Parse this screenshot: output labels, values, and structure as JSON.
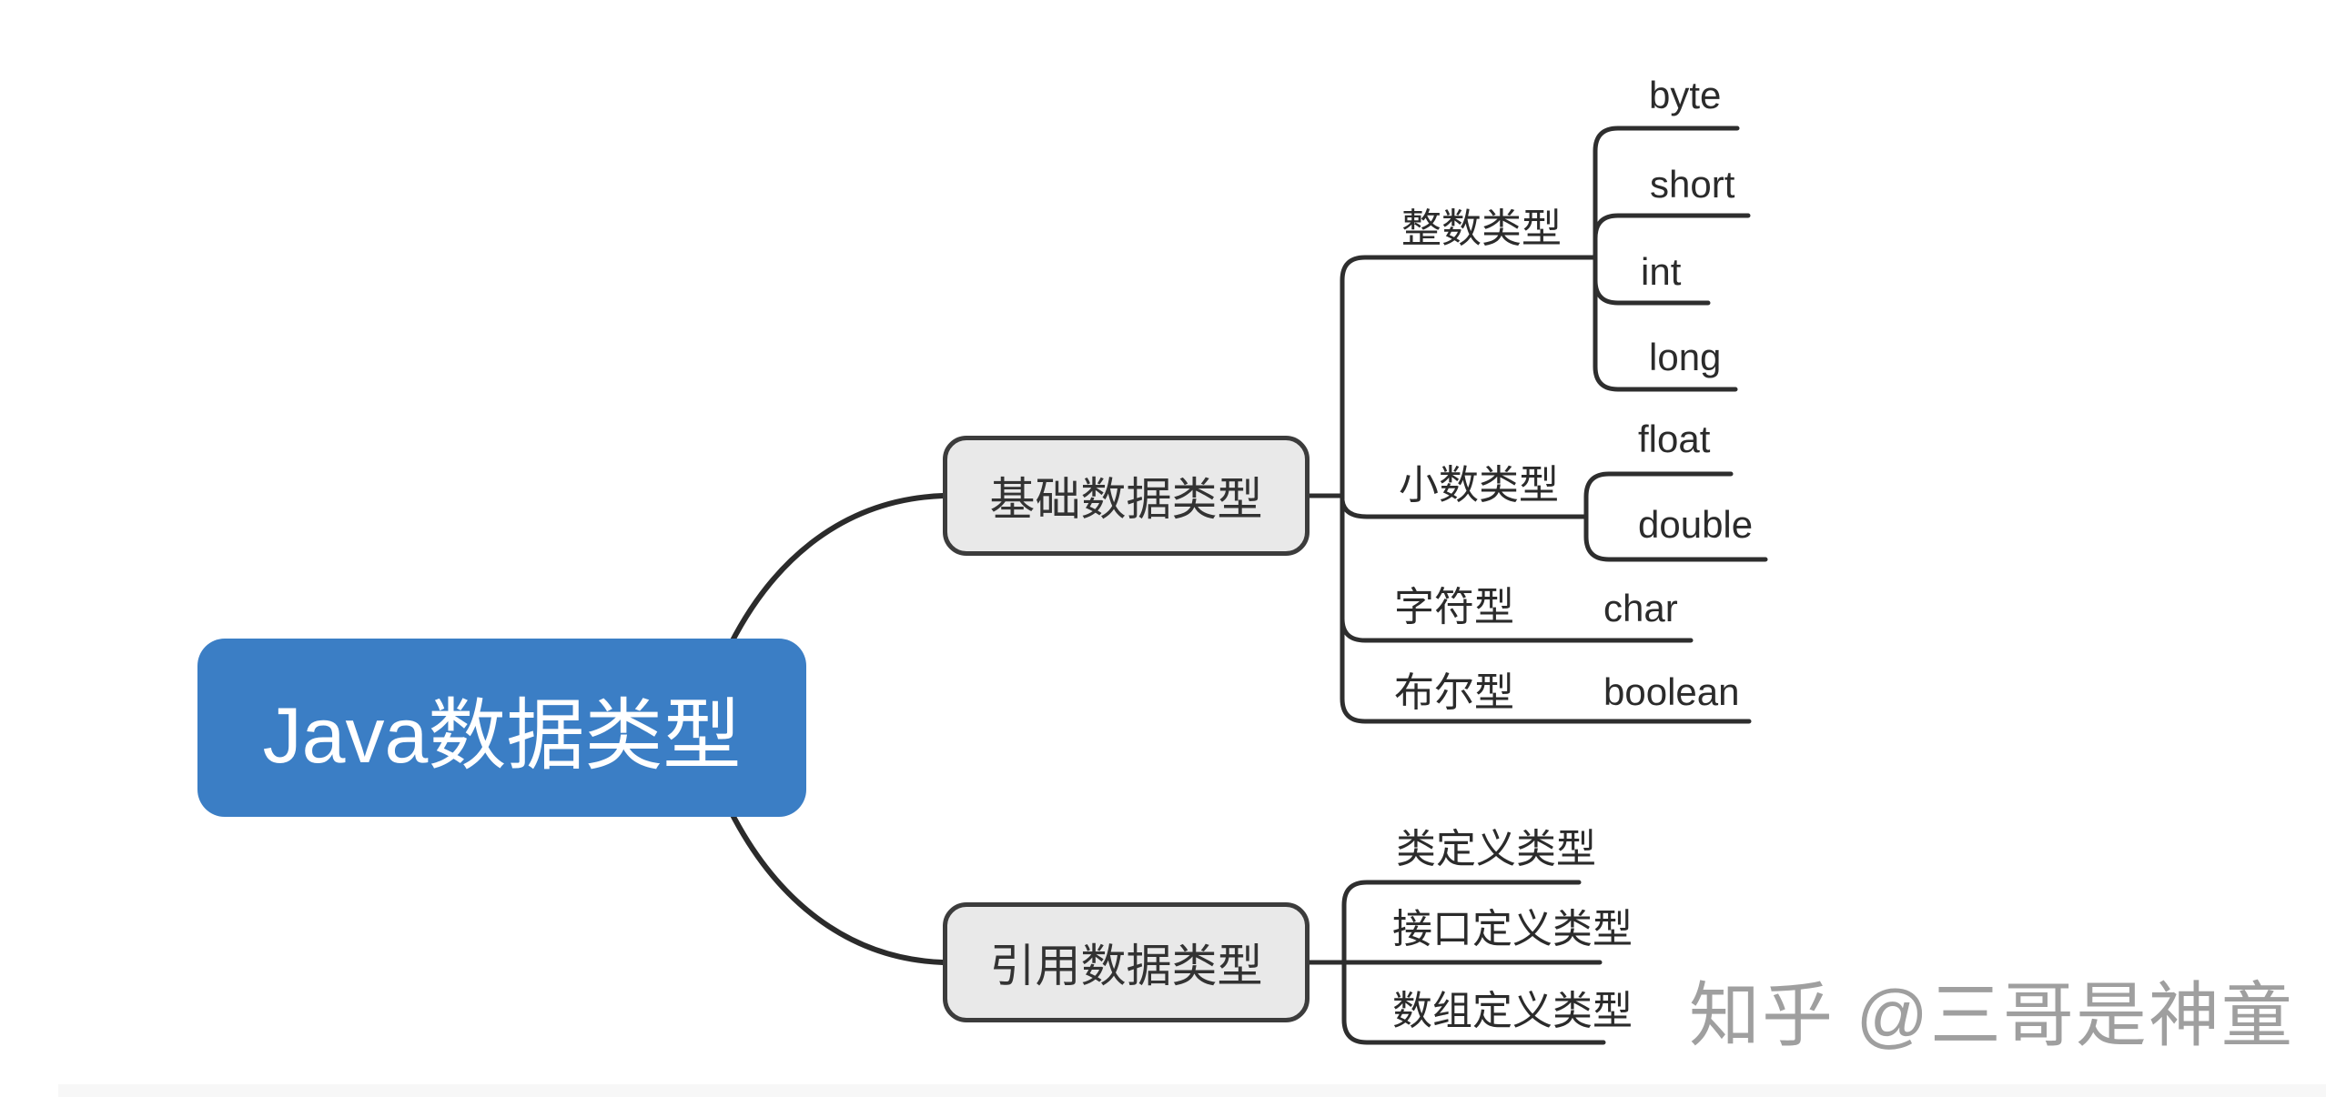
{
  "root": {
    "label": "Java数据类型"
  },
  "branches": [
    {
      "label": "基础数据类型",
      "groups": [
        {
          "label": "整数类型",
          "children": [
            "byte",
            "short",
            "int",
            "long"
          ]
        },
        {
          "label": "小数类型",
          "children": [
            "float",
            "double"
          ]
        },
        {
          "label": "字符型",
          "children": [
            "char"
          ]
        },
        {
          "label": "布尔型",
          "children": [
            "boolean"
          ]
        }
      ]
    },
    {
      "label": "引用数据类型",
      "groups": [
        {
          "label": "类定义类型",
          "children": []
        },
        {
          "label": "接口定义类型",
          "children": []
        },
        {
          "label": "数组定义类型",
          "children": []
        }
      ]
    }
  ],
  "watermark": {
    "text": "知乎 @三哥是神童"
  },
  "colors": {
    "root_fill": "#3b7ec5",
    "root_text": "#ffffff",
    "branch_fill": "#e9e9e9",
    "branch_border": "#3c3c3c",
    "line": "#2e2e2e",
    "label_text": "#2b2b2b",
    "watermark": "#9f9f9f"
  }
}
